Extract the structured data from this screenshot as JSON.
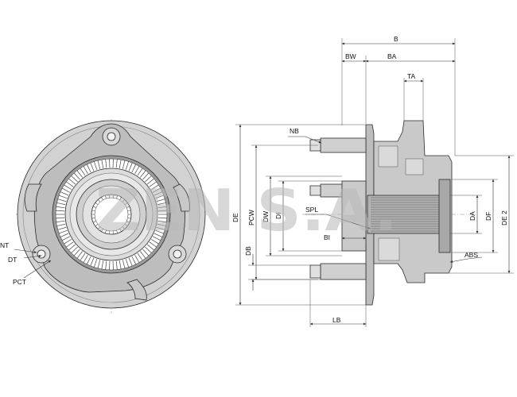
{
  "watermark": "ZEN S.A.",
  "front_view": {
    "labels": {
      "nt": "NT",
      "dt": "DT",
      "pct": "PCT"
    }
  },
  "side_view": {
    "labels": {
      "b": "B",
      "bw": "BW",
      "ba": "BA",
      "ta": "TA",
      "nb": "NB",
      "spl": "SPL",
      "bi": "BI",
      "abs": "ABS",
      "lb": "LB",
      "de": "DE",
      "pcw": "PCW",
      "dw": "DW",
      "di": "DI",
      "db": "DB",
      "da": "DA",
      "df": "DF",
      "de2": "DE 2"
    }
  },
  "colors": {
    "body": "#d6d6d6",
    "body_dark": "#b9b9b9",
    "line": "#2a2a2a",
    "watermark": "#b8b8b8"
  }
}
